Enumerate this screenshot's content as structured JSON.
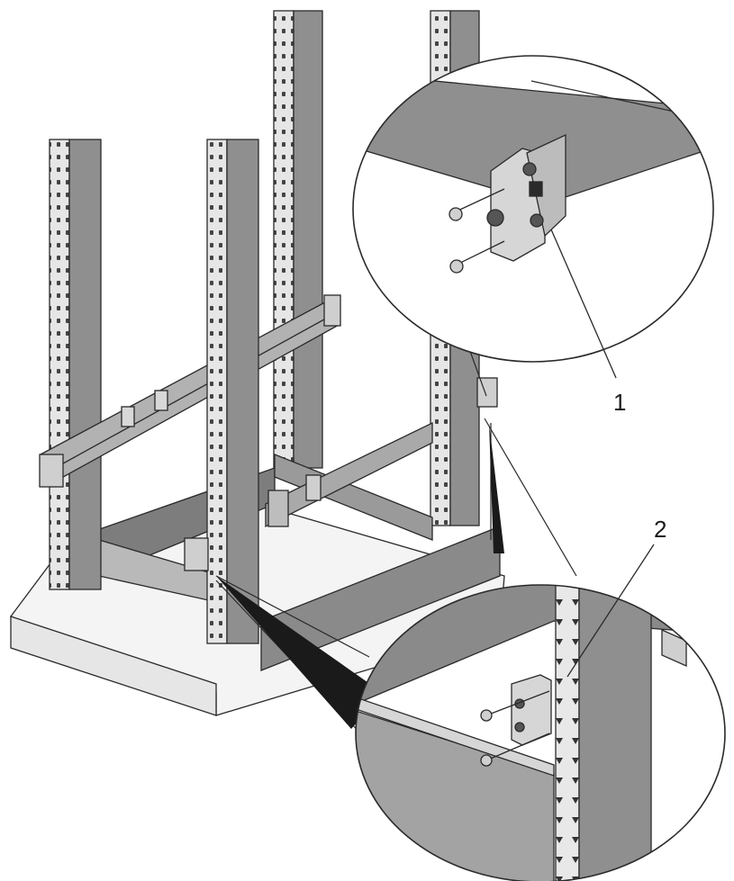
{
  "callouts": [
    {
      "id": "1",
      "label": "1"
    },
    {
      "id": "2",
      "label": "2"
    }
  ],
  "colors": {
    "post_face": "#8f8f8f",
    "post_side": "#d9d9d9",
    "rail": "#a4a4a4",
    "floor": "#f2f2f2",
    "outline": "#2a2a2a"
  }
}
